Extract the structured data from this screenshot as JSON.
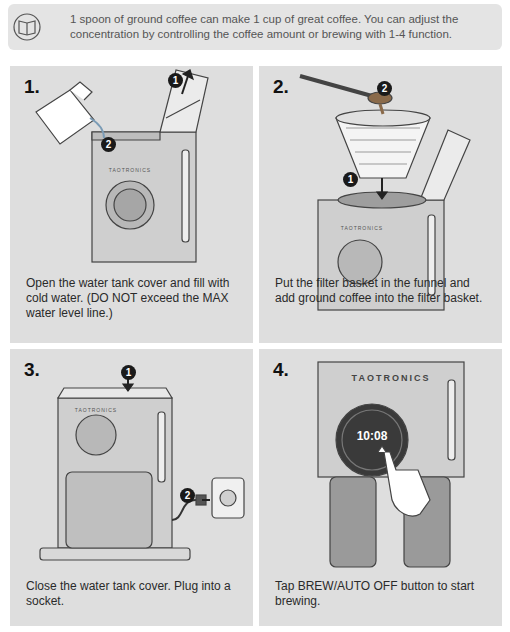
{
  "diagram": {
    "nodes": [
      {
        "text": [
          "1 spoon of ground coffee can make 1 cup of great coffee. You can adjust the concentration by controlling the coffee amount or brewing with 1-4 function."
        ]
      },
      {
        "text": [
          "1.",
          "Open the water tank cover and fill with cold water. (DO NOT exceed the MAX water level line.)"
        ]
      },
      {
        "text": [
          "1"
        ],
        "in": 1
      },
      {
        "text": [
          "2"
        ],
        "in": 1
      },
      {
        "text": [
          "2.",
          "Put the filter basket in the funnel and add ground coffee into the filter basket."
        ]
      },
      {
        "text": [
          "1"
        ],
        "in": 4
      },
      {
        "text": [
          "2"
        ],
        "in": 4
      },
      {
        "text": [
          "3.",
          "Close the water tank cover. Plug into a socket."
        ]
      },
      {
        "text": [
          "1"
        ],
        "in": 7
      },
      {
        "text": [
          "2"
        ],
        "in": 7
      },
      {
        "text": [
          "4.",
          "Tap BREW/AUTO OFF button to start brewing."
        ]
      }
    ],
    "labels": [
      "TAOTRONICS",
      "TAOTRONICS",
      "TAOTRONICS",
      "TAOTRONICS",
      "10:08"
    ]
  }
}
